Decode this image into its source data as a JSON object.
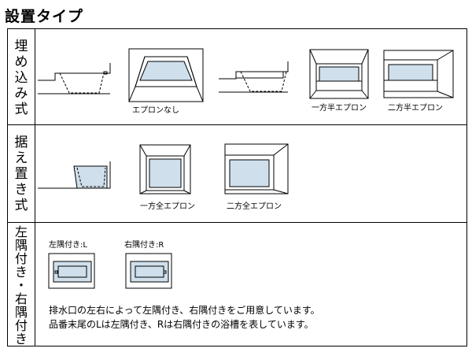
{
  "title": "設置タイプ",
  "rows": [
    {
      "label": [
        "埋",
        "め",
        "込",
        "み",
        "式"
      ]
    },
    {
      "label": [
        "据",
        "え",
        "置",
        "き",
        "式"
      ]
    },
    {
      "label": [
        "左",
        "隅",
        "付",
        "き",
        "・",
        "右",
        "隅",
        "付",
        "き"
      ]
    }
  ],
  "captions": {
    "no_apron": "エプロンなし",
    "one_half_apron": "一方半エプロン",
    "two_half_apron": "二方半エプロン",
    "one_full_apron": "一方全エプロン",
    "two_full_apron": "二方全エプロン",
    "left_corner": "左隅付き:L",
    "right_corner": "右隅付き:R"
  },
  "notes": {
    "line1": "排水口の左右によって左隅付き、右隅付きをご用意しています。",
    "line2": "品番末尾のLは左隅付き、Rは右隅付きの浴槽を表しています。"
  },
  "colors": {
    "tub_fill": "#cfe0ec",
    "line": "#000000"
  }
}
